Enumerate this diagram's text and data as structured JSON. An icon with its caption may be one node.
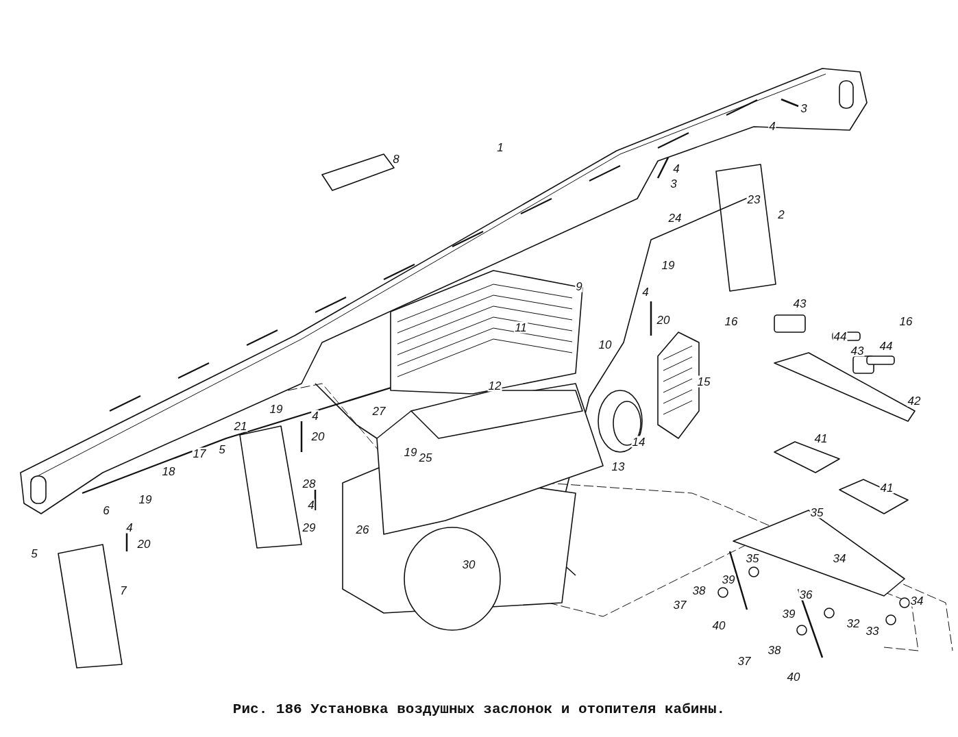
{
  "diagram": {
    "caption": "Рис. 186 Установка воздушных заслонок и отопителя кабины.",
    "labels": [
      "1",
      "3",
      "4",
      "8",
      "4",
      "3",
      "23",
      "2",
      "24",
      "19",
      "9",
      "4",
      "11",
      "20",
      "16",
      "43",
      "16",
      "44",
      "10",
      "43",
      "44",
      "15",
      "12",
      "27",
      "19",
      "4",
      "21",
      "14",
      "42",
      "20",
      "5",
      "17",
      "41",
      "19",
      "25",
      "13",
      "18",
      "41",
      "28",
      "4",
      "35",
      "6",
      "19",
      "26",
      "29",
      "4",
      "20",
      "5",
      "35",
      "34",
      "30",
      "39",
      "38",
      "7",
      "36",
      "37",
      "34",
      "40",
      "39",
      "32",
      "33",
      "38",
      "37",
      "40"
    ]
  }
}
